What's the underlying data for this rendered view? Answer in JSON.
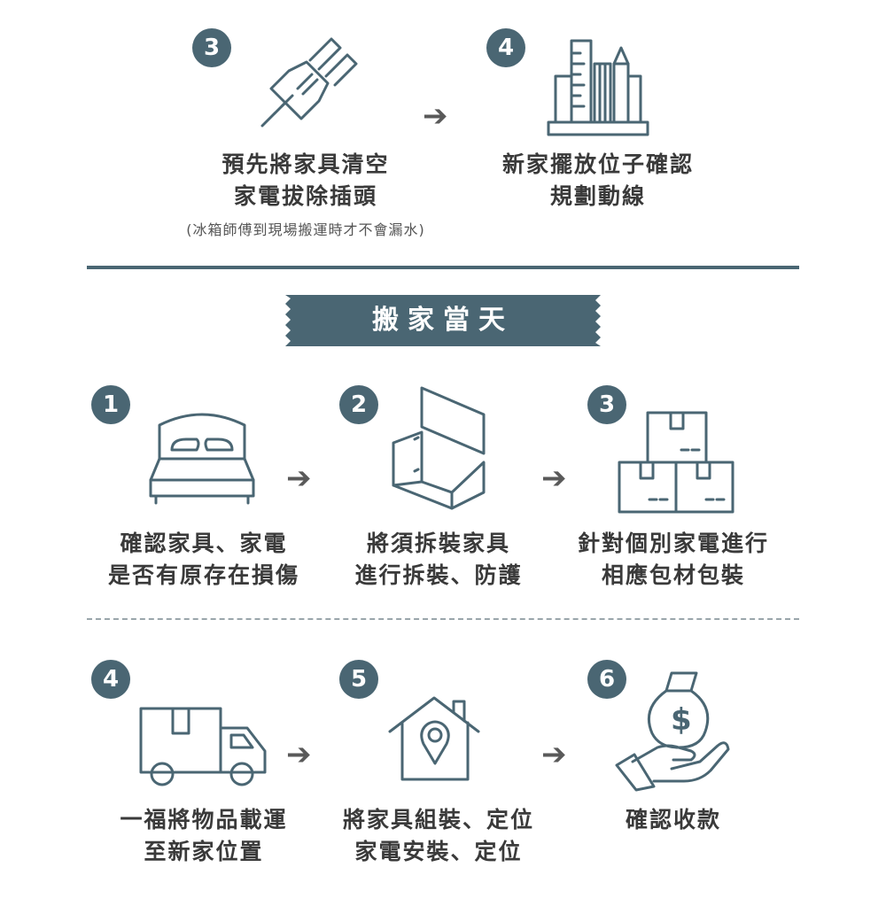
{
  "prep": {
    "step3": {
      "number": "3",
      "line1": "預先將家具清空",
      "line2": "家電拔除插頭",
      "note": "(冰箱師傅到現場搬運時才不會漏水)",
      "icon": "plug-icon"
    },
    "step4": {
      "number": "4",
      "line1": "新家擺放位子確認",
      "line2": "規劃動線",
      "icon": "blueprint-tools-icon"
    },
    "arrow": "➔"
  },
  "banner": {
    "title": "搬家當天"
  },
  "moving_day": [
    {
      "number": "1",
      "line1": "確認家具、家電",
      "line2": "是否有原存在損傷",
      "icon": "bed-icon"
    },
    {
      "number": "2",
      "line1": "將須拆裝家具",
      "line2": "進行拆裝、防護",
      "icon": "disassembled-cabinet-icon"
    },
    {
      "number": "3",
      "line1": "針對個別家電進行",
      "line2": "相應包材包裝",
      "icon": "boxes-icon"
    },
    {
      "number": "4",
      "line1": "一福將物品載運",
      "line2": "至新家位置",
      "icon": "truck-icon"
    },
    {
      "number": "5",
      "line1": "將家具組裝、定位",
      "line2": "家電安裝、定位",
      "icon": "house-location-icon"
    },
    {
      "number": "6",
      "line1": "確認收款",
      "line2": "",
      "icon": "money-bag-hand-icon"
    }
  ],
  "colors": {
    "accent": "#4a6673",
    "text": "#3a3a3a",
    "arrow": "#595959"
  }
}
